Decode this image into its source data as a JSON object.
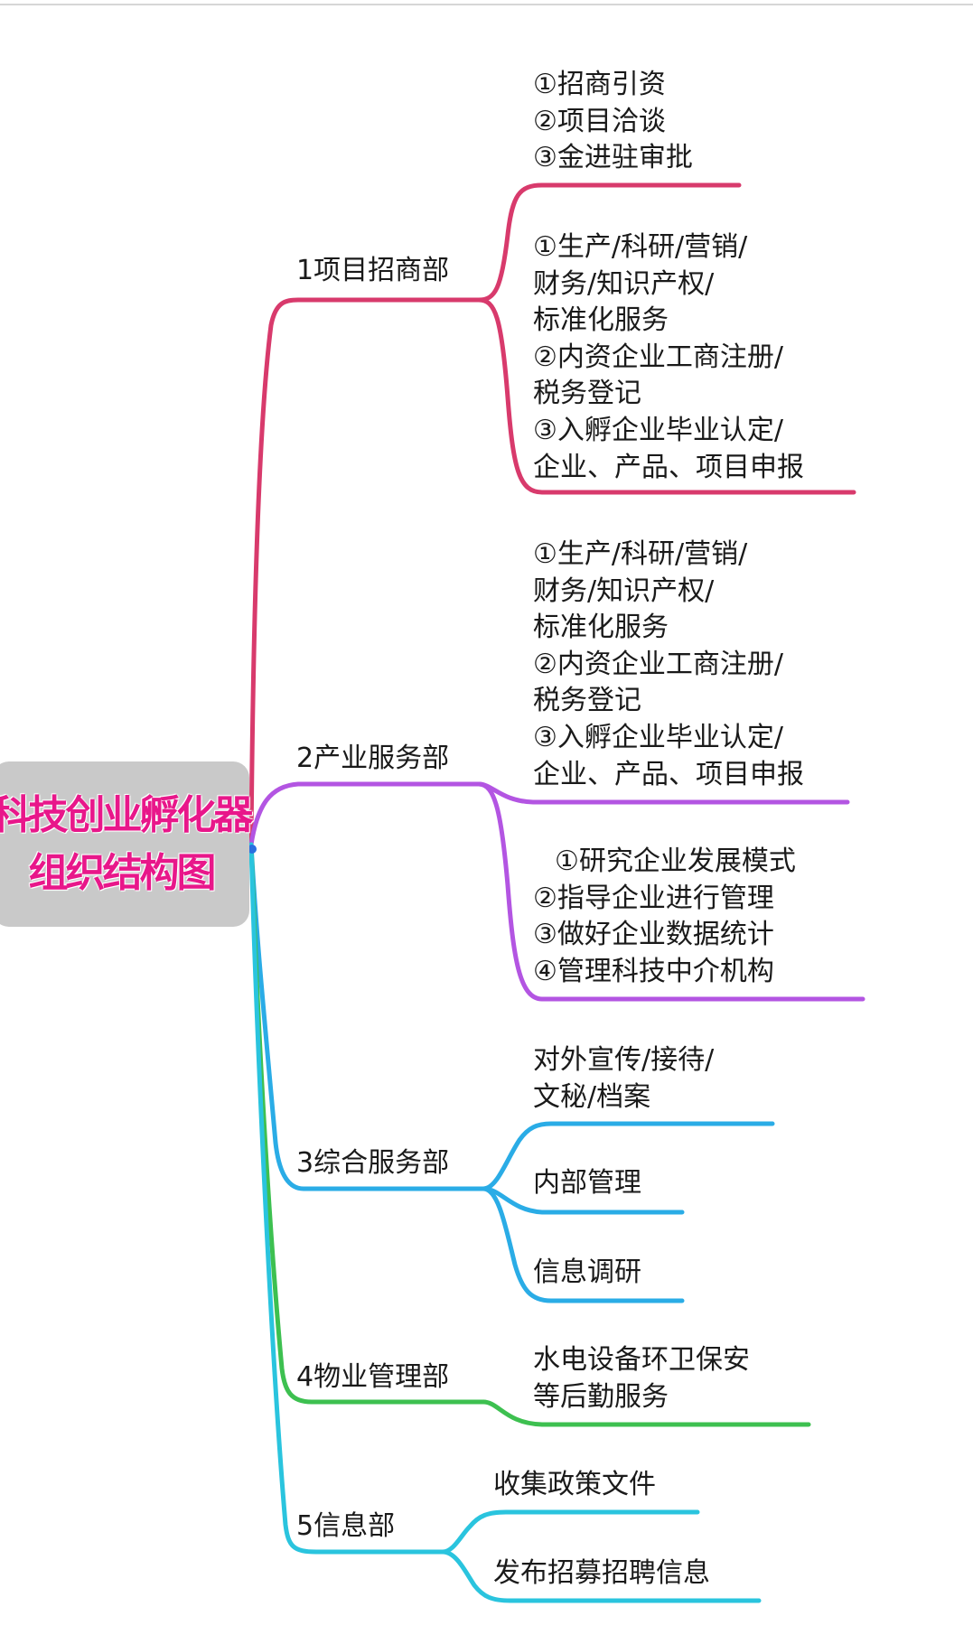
{
  "colors": {
    "project_branch": "#d83a6c",
    "industry_branch": "#b355e2",
    "general_branch": "#2aace6",
    "property_branch": "#3dc050",
    "info_branch": "#2ac4de",
    "root_fill": "#c9c9c9",
    "root_text": "#e8178a"
  },
  "root": {
    "line1": "科技创业孵化器",
    "line2": "组织结构图"
  },
  "departments": [
    {
      "label": "1项目招商部",
      "leaves": [
        [
          "①招商引资",
          "②项目洽谈",
          "③金进驻审批"
        ],
        [
          "①生产/科研/营销/",
          "财务/知识产权/",
          "标准化服务",
          "②内资企业工商注册/",
          "税务登记",
          "③入孵企业毕业认定/",
          "企业、产品、项目申报"
        ]
      ]
    },
    {
      "label": "2产业服务部",
      "leaves": [
        [
          "①生产/科研/营销/",
          "财务/知识产权/",
          "标准化服务",
          "②内资企业工商注册/",
          "税务登记",
          "③入孵企业毕业认定/",
          "企业、产品、项目申报"
        ],
        [
          "①研究企业发展模式",
          "②指导企业进行管理",
          "③做好企业数据统计",
          "④管理科技中介机构"
        ]
      ]
    },
    {
      "label": "3综合服务部",
      "leaves": [
        [
          "对外宣传/接待/",
          "文秘/档案"
        ],
        [
          "内部管理"
        ],
        [
          "信息调研"
        ]
      ]
    },
    {
      "label": "4物业管理部",
      "leaves": [
        [
          "水电设备环卫保安",
          "等后勤服务"
        ]
      ]
    },
    {
      "label": "5信息部",
      "leaves": [
        [
          "收集政策文件"
        ],
        [
          "发布招募招聘信息"
        ]
      ]
    }
  ]
}
